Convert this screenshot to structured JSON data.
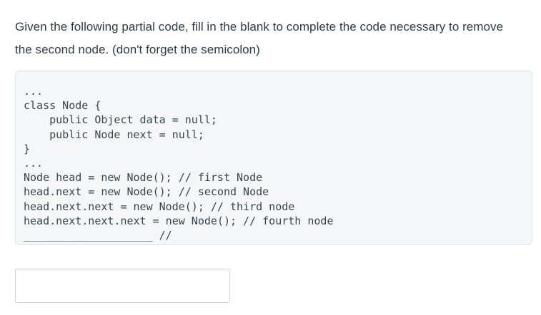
{
  "page": {
    "background_color": "#ffffff"
  },
  "question": {
    "text": "Given the following partial code, fill in the blank to complete the code necessary to remove the second node. (don't forget the semicolon)",
    "text_color": "#2d3b45"
  },
  "code_block": {
    "background_color": "#f5f6f7",
    "border_color": "#e2e4e6",
    "text_color": "#37474f",
    "language": "java",
    "lines": [
      "...",
      "class Node {",
      "    public Object data = null;",
      "    public Node next = null;",
      "}",
      "...",
      "Node head = new Node(); // first Node",
      "head.next = new Node(); // second Node",
      "head.next.next = new Node(); // third node",
      "head.next.next.next = new Node(); // fourth node",
      "____________________ //"
    ]
  },
  "answer": {
    "value": "",
    "placeholder": "",
    "border_color": "#d2d2d2",
    "background_color": "#ffffff"
  }
}
